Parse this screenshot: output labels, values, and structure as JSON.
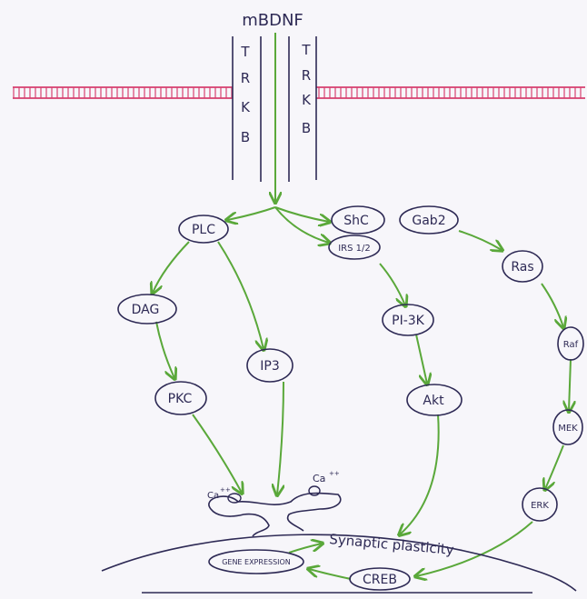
{
  "colors": {
    "paper": "#f7f6fa",
    "ink": "#2e2a55",
    "membrane": "#d63f6f",
    "arrow": "#5aa83a"
  },
  "ligand": {
    "label": "mBDNF"
  },
  "receptor": {
    "left_letters": [
      "T",
      "R",
      "K",
      "B"
    ],
    "right_letters": [
      "T",
      "R",
      "K",
      "B"
    ]
  },
  "nodes": {
    "plc": "PLC",
    "shc": "ShC",
    "gab2": "Gab2",
    "irs": "IRS 1/2",
    "ras": "Ras",
    "dag": "DAG",
    "pi3k": "PI-3K",
    "raf": "Raf",
    "ip3": "IP3",
    "pkc": "PKC",
    "akt": "Akt",
    "mek": "MEK",
    "erk": "ERK",
    "gene_expression": "GENE EXPRESSION",
    "creb": "CREB"
  },
  "labels": {
    "ca_left": "Ca",
    "ca_left_sup": "++",
    "ca_right": "Ca",
    "ca_right_sup": "++",
    "synaptic_plasticity": "Synaptic plasticity"
  }
}
